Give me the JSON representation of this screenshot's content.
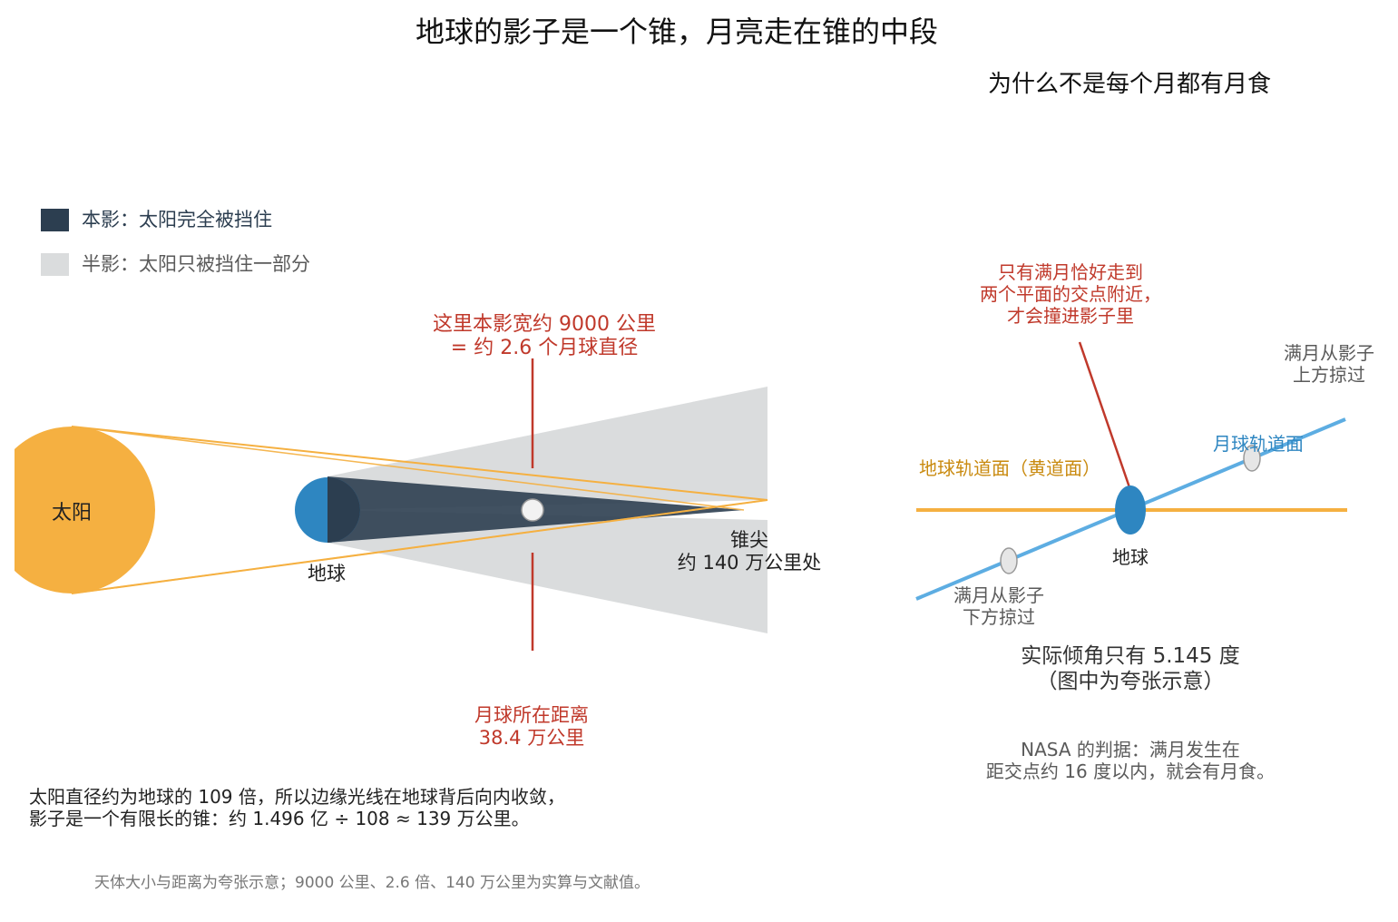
{
  "title": "地球的影子是一个锥，月亮走在锥的中段",
  "subtitle": "为什么不是每个月都有月食",
  "legend": {
    "umbra_label": "本影：太阳完全被挡住",
    "penumbra_label": "半影：太阳只被挡住一部分"
  },
  "left": {
    "sun_label": "太阳",
    "earth_label": "地球",
    "umbra_width_note": "这里本影宽约 9000 公里\n= 约 2.6 个月球直径",
    "cone_tip_label": "锥尖\n约 140 万公里处",
    "moon_distance_label": "月球所在距离\n38.4 万公里",
    "explanation": "太阳直径约为地球的 109 倍，所以边缘光线在地球背后向内收敛，\n影子是一个有限长的锥：约 1.496 亿 ÷ 108 ≈ 139 万公里。",
    "footnote": "天体大小与距离为夸张示意；9000 公里、2.6 倍、140 万公里为实算与文献值。"
  },
  "right": {
    "node_note": "只有满月恰好走到\n两个平面的交点附近，\n才会撞进影子里",
    "moon_above_label": "满月从影子\n上方掠过",
    "moon_orbit_label": "月球轨道面",
    "earth_orbit_label": "地球轨道面（黄道面）",
    "earth_label": "地球",
    "moon_below_label": "满月从影子\n下方掠过",
    "tilt_note": "实际倾角只有 5.145 度\n（图中为夸张示意）",
    "nasa_note": "NASA 的判据：满月发生在\n距交点约 16 度以内，就会有月食。"
  },
  "colors": {
    "sun": "#f5b041",
    "earth": "#2e86c1",
    "umbra": "#2c3e50",
    "penumbra": "#dadcdd",
    "annotation": "#c0392b",
    "ecliptic": "#f5b041",
    "moon_orbit": "#5dade2",
    "earth_orbit_text": "#c98a0f",
    "moon_orbit_text": "#2e86c1"
  }
}
